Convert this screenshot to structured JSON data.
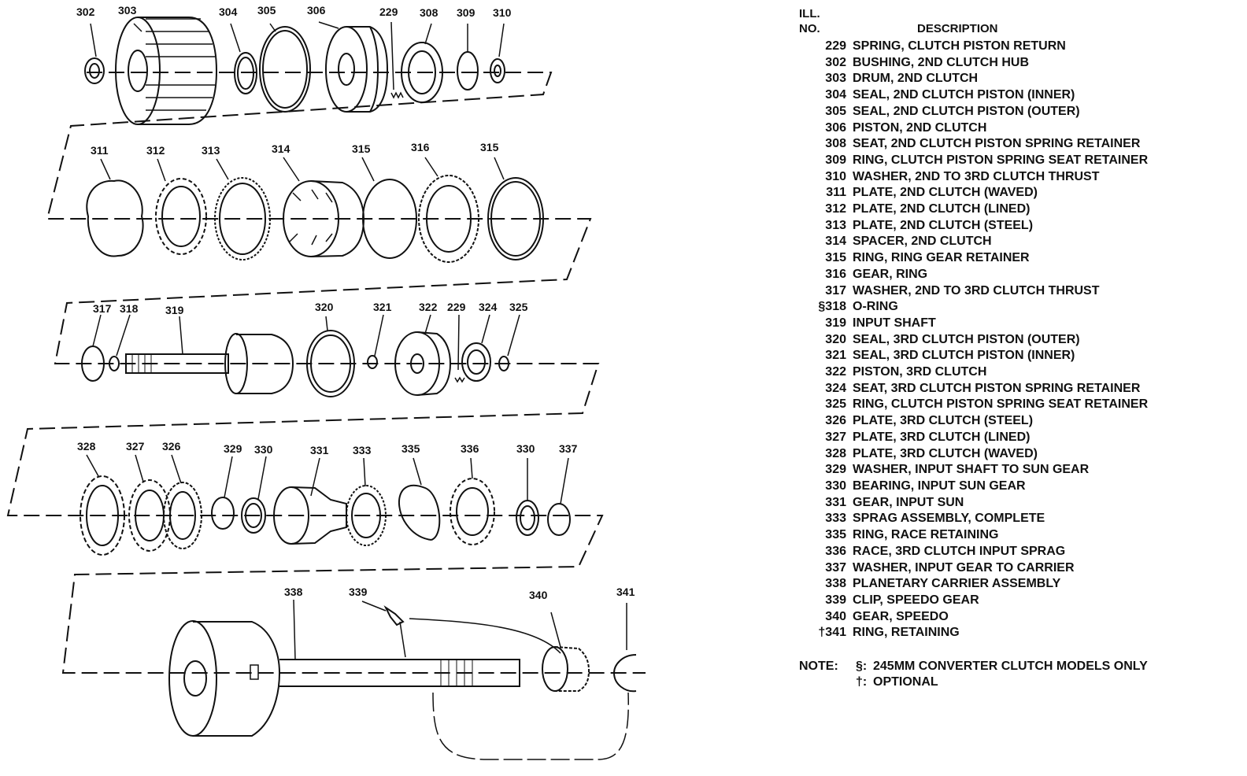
{
  "callouts": {
    "row1": [
      "302",
      "303",
      "304",
      "305",
      "306",
      "229",
      "308",
      "309",
      "310"
    ],
    "row2": [
      "311",
      "312",
      "313",
      "314",
      "315",
      "316",
      "315"
    ],
    "row3": [
      "317",
      "318",
      "319",
      "320",
      "321",
      "322",
      "229",
      "324",
      "325"
    ],
    "row4": [
      "328",
      "327",
      "326",
      "329",
      "330",
      "331",
      "333",
      "335",
      "336",
      "330",
      "337"
    ],
    "row5": [
      "338",
      "339",
      "340",
      "341"
    ]
  },
  "legend": {
    "header_ill": "ILL.",
    "header_no": "NO.",
    "header_description": "DESCRIPTION",
    "entries": [
      {
        "no": "229",
        "desc": "SPRING, CLUTCH PISTON RETURN"
      },
      {
        "no": "302",
        "desc": "BUSHING, 2ND CLUTCH HUB"
      },
      {
        "no": "303",
        "desc": "DRUM, 2ND CLUTCH"
      },
      {
        "no": "304",
        "desc": "SEAL, 2ND CLUTCH PISTON (INNER)"
      },
      {
        "no": "305",
        "desc": "SEAL, 2ND CLUTCH PISTON (OUTER)"
      },
      {
        "no": "306",
        "desc": "PISTON, 2ND CLUTCH"
      },
      {
        "no": "308",
        "desc": "SEAT, 2ND CLUTCH PISTON SPRING RETAINER"
      },
      {
        "no": "309",
        "desc": "RING, CLUTCH PISTON SPRING SEAT RETAINER"
      },
      {
        "no": "310",
        "desc": "WASHER, 2ND TO 3RD CLUTCH THRUST"
      },
      {
        "no": "311",
        "desc": "PLATE, 2ND CLUTCH (WAVED)"
      },
      {
        "no": "312",
        "desc": "PLATE, 2ND CLUTCH (LINED)"
      },
      {
        "no": "313",
        "desc": "PLATE, 2ND CLUTCH (STEEL)"
      },
      {
        "no": "314",
        "desc": "SPACER, 2ND CLUTCH"
      },
      {
        "no": "315",
        "desc": "RING, RING GEAR RETAINER"
      },
      {
        "no": "316",
        "desc": "GEAR, RING"
      },
      {
        "no": "317",
        "desc": "WASHER, 2ND TO 3RD CLUTCH THRUST"
      },
      {
        "no": "§318",
        "desc": "O-RING"
      },
      {
        "no": "319",
        "desc": "INPUT SHAFT"
      },
      {
        "no": "320",
        "desc": "SEAL, 3RD CLUTCH PISTON (OUTER)"
      },
      {
        "no": "321",
        "desc": "SEAL, 3RD CLUTCH PISTON (INNER)"
      },
      {
        "no": "322",
        "desc": "PISTON, 3RD CLUTCH"
      },
      {
        "no": "324",
        "desc": "SEAT, 3RD CLUTCH PISTON SPRING RETAINER"
      },
      {
        "no": "325",
        "desc": "RING, CLUTCH PISTON SPRING SEAT RETAINER"
      },
      {
        "no": "326",
        "desc": "PLATE, 3RD CLUTCH (STEEL)"
      },
      {
        "no": "327",
        "desc": "PLATE, 3RD CLUTCH (LINED)"
      },
      {
        "no": "328",
        "desc": "PLATE, 3RD CLUTCH (WAVED)"
      },
      {
        "no": "329",
        "desc": "WASHER, INPUT SHAFT TO SUN GEAR"
      },
      {
        "no": "330",
        "desc": "BEARING, INPUT SUN GEAR"
      },
      {
        "no": "331",
        "desc": "GEAR, INPUT SUN"
      },
      {
        "no": "333",
        "desc": "SPRAG ASSEMBLY, COMPLETE"
      },
      {
        "no": "335",
        "desc": "RING, RACE RETAINING"
      },
      {
        "no": "336",
        "desc": "RACE, 3RD CLUTCH INPUT SPRAG"
      },
      {
        "no": "337",
        "desc": "WASHER, INPUT GEAR TO CARRIER"
      },
      {
        "no": "338",
        "desc": "PLANETARY CARRIER ASSEMBLY"
      },
      {
        "no": "339",
        "desc": "CLIP, SPEEDO GEAR"
      },
      {
        "no": "340",
        "desc": "GEAR, SPEEDO"
      },
      {
        "no": "†341",
        "desc": "RING, RETAINING"
      }
    ],
    "note_label": "NOTE:",
    "notes": [
      {
        "symbol": "§:",
        "text": "245MM CONVERTER CLUTCH MODELS ONLY"
      },
      {
        "symbol": "†:",
        "text": "OPTIONAL"
      }
    ]
  }
}
